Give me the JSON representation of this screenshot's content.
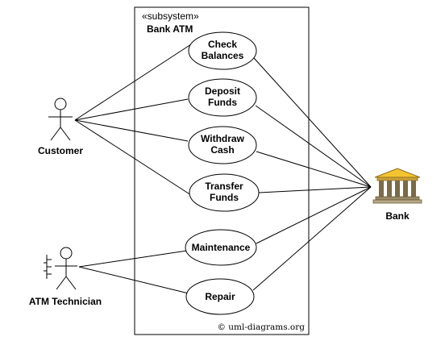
{
  "subsystem": {
    "stereotype": "«subsystem»",
    "name": "Bank ATM"
  },
  "actors": {
    "customer": "Customer",
    "technician": "ATM Technician",
    "bank": "Bank"
  },
  "use_cases": {
    "check_balances": [
      "Check",
      "Balances"
    ],
    "deposit_funds": [
      "Deposit",
      "Funds"
    ],
    "withdraw_cash": [
      "Withdraw",
      "Cash"
    ],
    "transfer_funds": [
      "Transfer",
      "Funds"
    ],
    "maintenance": [
      "Maintenance"
    ],
    "repair": [
      "Repair"
    ]
  },
  "copyright": "© uml-diagrams.org",
  "colors": {
    "line": "#000000",
    "background": "#ffffff",
    "bank_gold": "#f4c430",
    "bank_column": "#7a6a4a"
  }
}
